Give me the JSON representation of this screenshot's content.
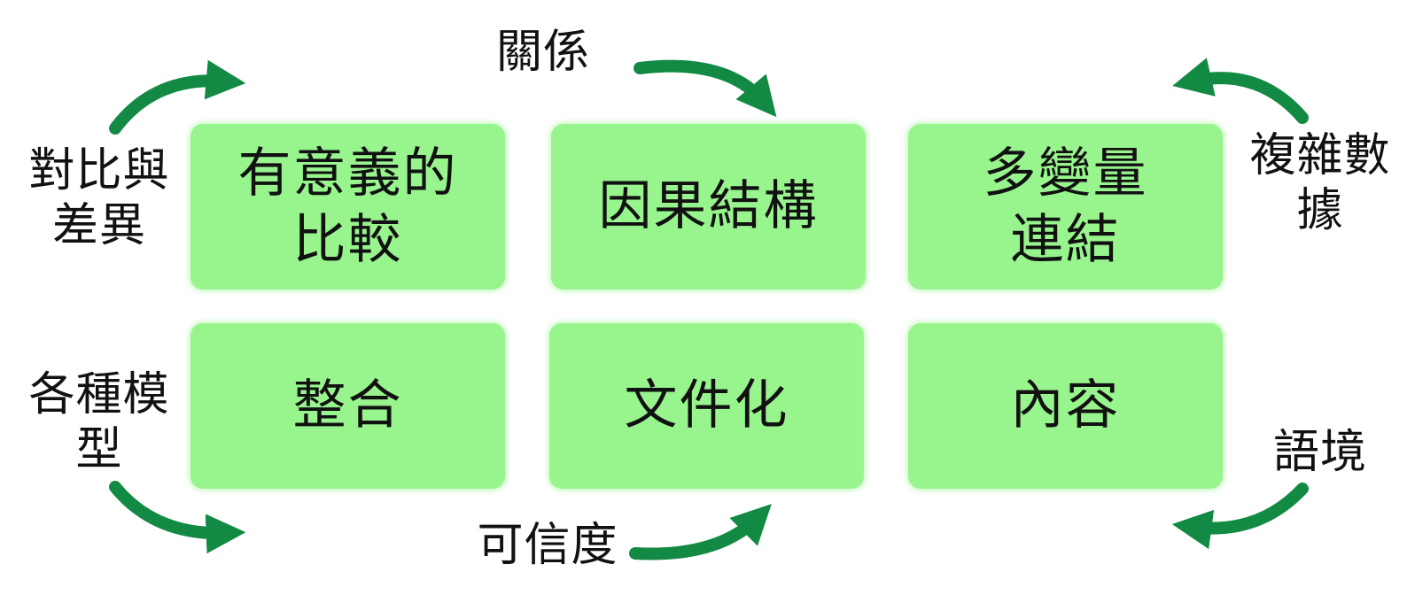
{
  "boxes": {
    "top_left": {
      "line1": "有意義的",
      "line2": "比較"
    },
    "top_middle": {
      "line1": "因果結構"
    },
    "top_right": {
      "line1": "多變量",
      "line2": "連結"
    },
    "bottom_left": {
      "line1": "整合"
    },
    "bottom_middle": {
      "line1": "文件化"
    },
    "bottom_right": {
      "line1": "內容"
    }
  },
  "labels": {
    "contrast": {
      "line1": "對比與",
      "line2": "差異"
    },
    "relation": {
      "line1": "關係"
    },
    "complex_data": {
      "line1": "複雜數",
      "line2": "據"
    },
    "models": {
      "line1": "各種模",
      "line2": "型"
    },
    "credibility": {
      "line1": "可信度"
    },
    "context": {
      "line1": "語境"
    }
  },
  "colors": {
    "box_fill": "#98f58e",
    "arrow": "#138a43",
    "text": "#111111"
  },
  "icons": {
    "arrow": "curved-arrow"
  }
}
